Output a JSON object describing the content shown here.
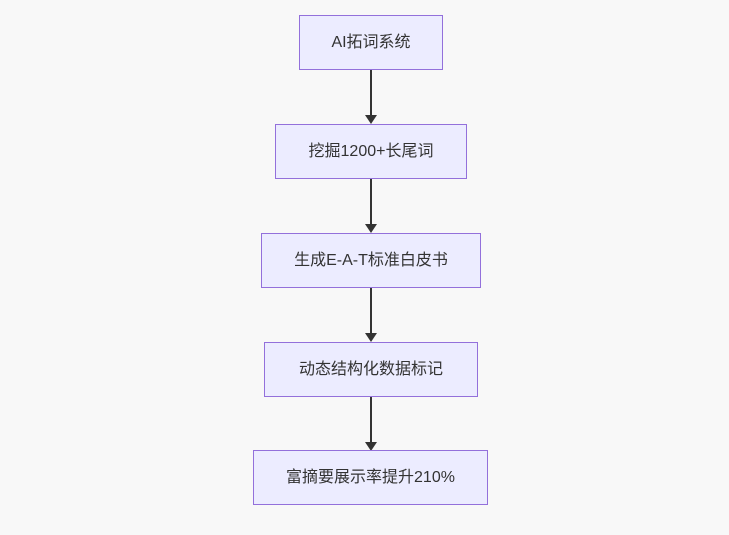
{
  "diagram": {
    "type": "flowchart",
    "direction": "top-down",
    "nodes": [
      {
        "id": "n1",
        "label": "AI拓词系统"
      },
      {
        "id": "n2",
        "label": "挖掘1200+长尾词"
      },
      {
        "id": "n3",
        "label": "生成E-A-T标准白皮书"
      },
      {
        "id": "n4",
        "label": "动态结构化数据标记"
      },
      {
        "id": "n5",
        "label": "富摘要展示率提升210%"
      }
    ],
    "edges": [
      {
        "from": "n1",
        "to": "n2"
      },
      {
        "from": "n2",
        "to": "n3"
      },
      {
        "from": "n3",
        "to": "n4"
      },
      {
        "from": "n4",
        "to": "n5"
      }
    ],
    "colors": {
      "node_fill": "#ECECFF",
      "node_border": "#9370DB",
      "edge": "#333333",
      "text": "#333333",
      "background": "#F8F8F8"
    }
  }
}
